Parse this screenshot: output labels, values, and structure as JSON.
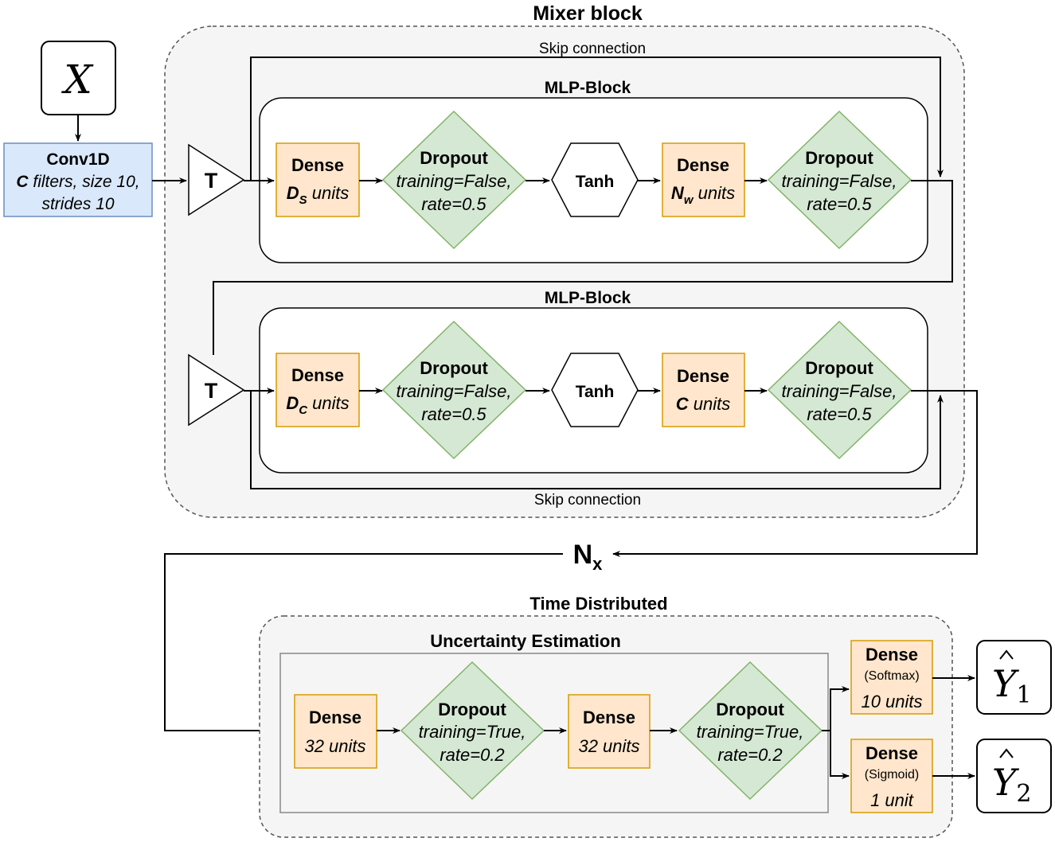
{
  "mixer": {
    "title": "Mixer block",
    "skip_top": "Skip connection",
    "skip_bottom": "Skip connection"
  },
  "input": {
    "label": "X"
  },
  "conv": {
    "title": "Conv1D",
    "line1_bold": "C",
    "line1_rest": " filters, size 10,",
    "line2": "strides 10"
  },
  "transpose": {
    "label": "T"
  },
  "mlp1": {
    "title": "MLP-Block",
    "dense1": {
      "title": "Dense",
      "sym": "D",
      "sub": "S",
      "rest": " units"
    },
    "dropout1": {
      "title": "Dropout",
      "line1": "training=False,",
      "line2": "rate=0.5"
    },
    "tanh": "Tanh",
    "dense2": {
      "title": "Dense",
      "sym": "N",
      "sub": "w",
      "rest": " units"
    },
    "dropout2": {
      "title": "Dropout",
      "line1": "training=False,",
      "line2": "rate=0.5"
    }
  },
  "mlp2": {
    "title": "MLP-Block",
    "dense1": {
      "title": "Dense",
      "sym": "D",
      "sub": "C",
      "rest": " units"
    },
    "dropout1": {
      "title": "Dropout",
      "line1": "training=False,",
      "line2": "rate=0.5"
    },
    "tanh": "Tanh",
    "dense2": {
      "title": "Dense",
      "sym": "C",
      "rest": " units"
    },
    "dropout2": {
      "title": "Dropout",
      "line1": "training=False,",
      "line2": "rate=0.5"
    }
  },
  "repeat": {
    "sym": "N",
    "sub": "x"
  },
  "time_distributed": {
    "title": "Time Distributed"
  },
  "uncertainty": {
    "title": "Uncertainty Estimation",
    "dense1": {
      "title": "Dense",
      "line": "32 units"
    },
    "dropout1": {
      "title": "Dropout",
      "line1": "training=True,",
      "line2": "rate=0.2"
    },
    "dense2": {
      "title": "Dense",
      "line": "32 units"
    },
    "dropout2": {
      "title": "Dropout",
      "line1": "training=True,",
      "line2": "rate=0.2"
    }
  },
  "heads": {
    "softmax": {
      "title": "Dense",
      "act": "(Softmax)",
      "line": "10 units"
    },
    "sigmoid": {
      "title": "Dense",
      "act": "(Sigmoid)",
      "line": "1 unit"
    }
  },
  "outputs": {
    "y1": {
      "sym": "Y",
      "sub": "1"
    },
    "y2": {
      "sym": "Y",
      "sub": "2"
    }
  },
  "colors": {
    "dense_fill": "#ffe6cc",
    "dense_stroke": "#d79b00",
    "dropout_fill": "#d5e8d4",
    "dropout_stroke": "#82b366",
    "conv_fill": "#dae8fc",
    "conv_stroke": "#6c8ebf",
    "group_fill": "#f5f5f5"
  }
}
